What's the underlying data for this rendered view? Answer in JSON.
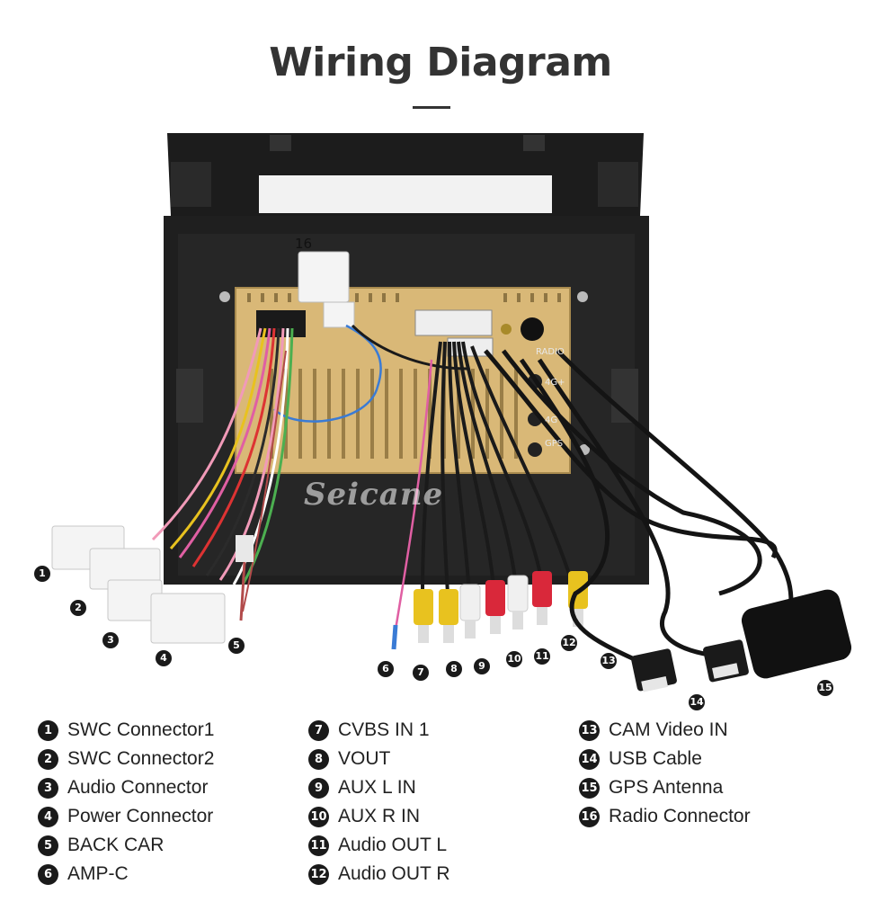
{
  "header": {
    "title": "Wiring Diagram"
  },
  "diagram": {
    "watermark": "Seicane",
    "panel_labels": [
      "RADIO",
      "4G+",
      "4G",
      "GPS"
    ],
    "callouts": [
      "1",
      "2",
      "3",
      "4",
      "5",
      "6",
      "7",
      "8",
      "9",
      "10",
      "11",
      "12",
      "13",
      "14",
      "15",
      "16"
    ]
  },
  "legend": {
    "items": [
      {
        "num": "1",
        "label": "SWC Connector1"
      },
      {
        "num": "2",
        "label": "SWC Connector2"
      },
      {
        "num": "3",
        "label": "Audio Connector"
      },
      {
        "num": "4",
        "label": "Power Connector"
      },
      {
        "num": "5",
        "label": "BACK CAR"
      },
      {
        "num": "6",
        "label": "AMP-C"
      },
      {
        "num": "7",
        "label": "CVBS IN 1"
      },
      {
        "num": "8",
        "label": "VOUT"
      },
      {
        "num": "9",
        "label": "AUX L IN"
      },
      {
        "num": "10",
        "label": "AUX R IN"
      },
      {
        "num": "11",
        "label": "Audio OUT L"
      },
      {
        "num": "12",
        "label": "Audio OUT R"
      },
      {
        "num": "13",
        "label": "CAM Video IN"
      },
      {
        "num": "14",
        "label": "USB Cable"
      },
      {
        "num": "15",
        "label": "GPS Antenna"
      },
      {
        "num": "16",
        "label": "Radio Connector"
      }
    ]
  },
  "colors": {
    "frame": "#1c1c1c",
    "chassis": "#d9b877",
    "rca_yellow": "#e8c21f",
    "rca_white": "#f0f0f0",
    "rca_red": "#d9283a",
    "cable": "#1a1a1a",
    "connector": "#f4f4f4"
  }
}
